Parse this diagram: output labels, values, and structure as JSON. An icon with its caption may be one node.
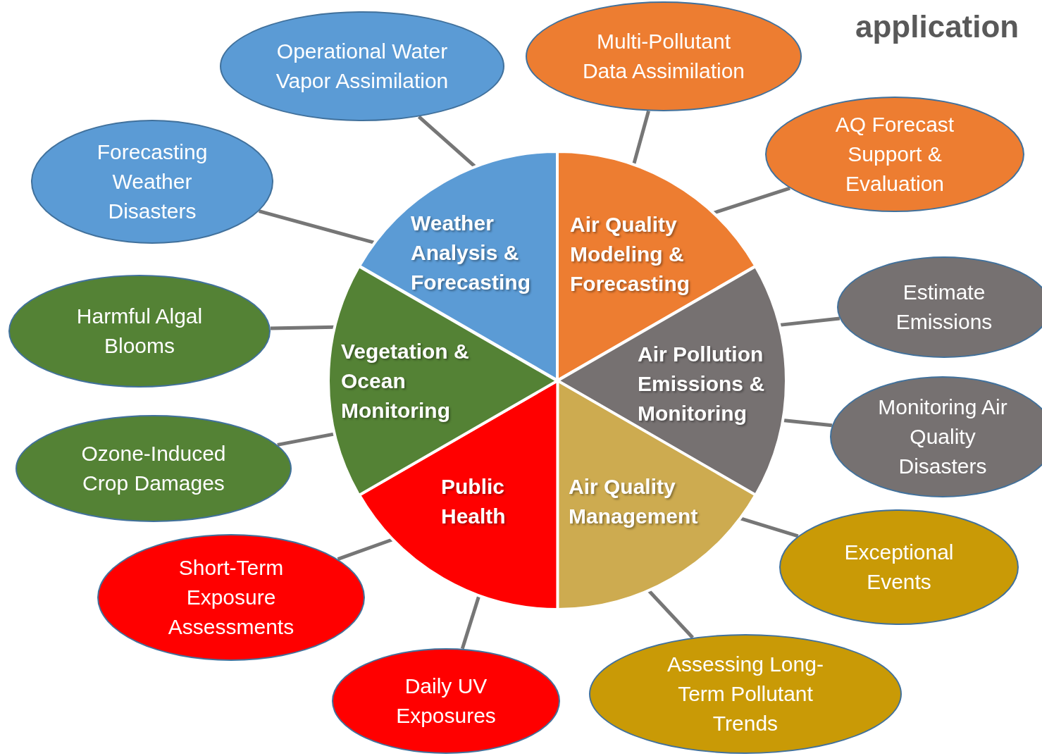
{
  "diagram": {
    "nodes": [
      {
        "text": [
          "Weather Analysis & Forecasting"
        ]
      },
      {
        "text": [
          "Air Quality Modeling & Forecasting"
        ]
      },
      {
        "text": [
          "Air Pollution Emissions & Monitoring"
        ]
      },
      {
        "text": [
          "Air Quality Management"
        ]
      },
      {
        "text": [
          "Public Health"
        ]
      },
      {
        "text": [
          "Vegetation & Ocean Monitoring"
        ]
      },
      {
        "text": [
          "Operational Water Vapor Assimilation"
        ]
      },
      {
        "text": [
          "Multi-Pollutant Data Assimilation"
        ]
      },
      {
        "text": [
          "AQ Forecast Support & Evaluation"
        ]
      },
      {
        "text": [
          "Forecasting Weather Disasters"
        ]
      },
      {
        "text": [
          "Estimate Emissions"
        ]
      },
      {
        "text": [
          "Harmful Algal Blooms"
        ]
      },
      {
        "text": [
          "Monitoring Air Quality Disasters"
        ]
      },
      {
        "text": [
          "Ozone-Induced Crop Damages"
        ]
      },
      {
        "text": [
          "Exceptional Events"
        ]
      },
      {
        "text": [
          "Short-Term Exposure Assessments"
        ]
      },
      {
        "text": [
          "Daily UV Exposures"
        ]
      },
      {
        "text": [
          "Assessing Long-Term Pollutant Trends"
        ]
      }
    ],
    "edges": [
      {
        "from": 6,
        "to": 0,
        "arrow": "none"
      },
      {
        "from": 9,
        "to": 0,
        "arrow": "none"
      },
      {
        "from": 7,
        "to": 1,
        "arrow": "none"
      },
      {
        "from": 8,
        "to": 1,
        "arrow": "none"
      },
      {
        "from": 10,
        "to": 2,
        "arrow": "none"
      },
      {
        "from": 12,
        "to": 2,
        "arrow": "none"
      },
      {
        "from": 14,
        "to": 3,
        "arrow": "none"
      },
      {
        "from": 17,
        "to": 3,
        "arrow": "none"
      },
      {
        "from": 15,
        "to": 4,
        "arrow": "none"
      },
      {
        "from": 16,
        "to": 4,
        "arrow": "none"
      },
      {
        "from": 11,
        "to": 5,
        "arrow": "none"
      },
      {
        "from": 13,
        "to": 5,
        "arrow": "none"
      }
    ],
    "labels": [
      "application"
    ]
  }
}
